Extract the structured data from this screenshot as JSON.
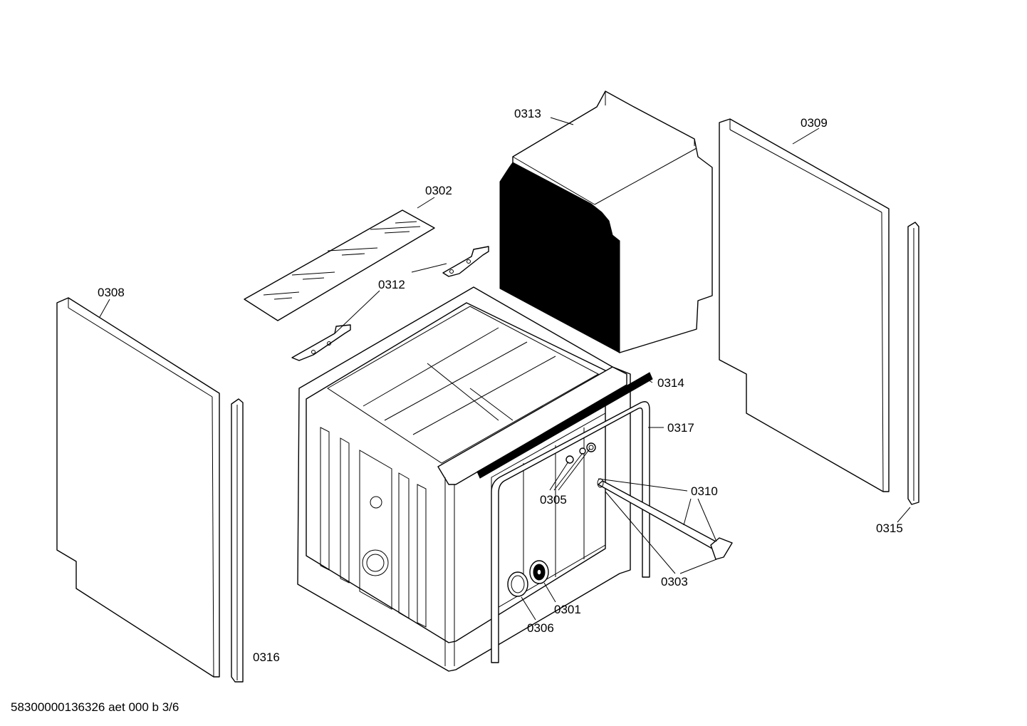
{
  "footer": {
    "code": "58300000136326 aet 000 b 3/6"
  },
  "labels": {
    "p0301": "0301",
    "p0302": "0302",
    "p0303": "0303",
    "p0305": "0305",
    "p0306": "0306",
    "p0308": "0308",
    "p0309": "0309",
    "p0310": "0310",
    "p0312": "0312",
    "p0313": "0313",
    "p0314": "0314",
    "p0315": "0315",
    "p0316": "0316",
    "p0317": "0317"
  }
}
